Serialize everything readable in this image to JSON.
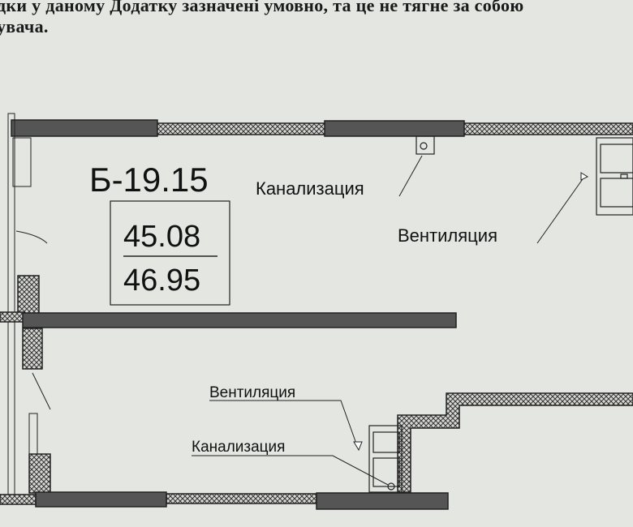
{
  "header_note": {
    "line1": "дки у даному Додатку зазначені умовно, та це не тягне за собою",
    "line2": "увача."
  },
  "plan": {
    "unit_id": "Б-19.15",
    "area_living": "45.08",
    "area_total": "46.95",
    "labels": {
      "sewer_top": "Канализация",
      "vent_top": "Вентиляция",
      "vent_bottom": "Вентиляция",
      "sewer_bottom": "Канализация"
    }
  }
}
